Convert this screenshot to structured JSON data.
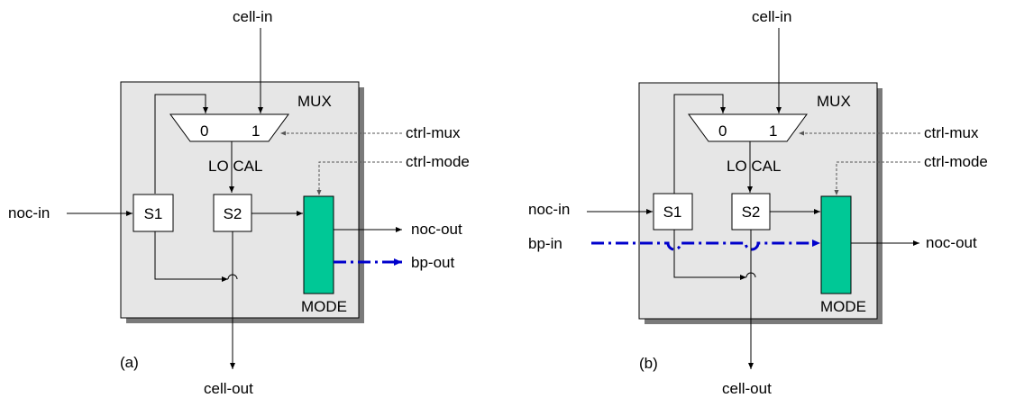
{
  "colors": {
    "panel_fill": "#e6e6e6",
    "mode_block": "#00c896",
    "bypass_line": "#0000cc"
  },
  "diagram_a": {
    "caption": "(a)",
    "cell_in": "cell-in",
    "cell_out": "cell-out",
    "mux_label": "MUX",
    "mux_in0": "0",
    "mux_in1": "1",
    "local_label": "LO CAL",
    "ctrl_mux": "ctrl-mux",
    "ctrl_mode": "ctrl-mode",
    "noc_in": "noc-in",
    "noc_out": "noc-out",
    "bp_out": "bp-out",
    "s1": "S1",
    "s2": "S2",
    "mode": "MODE"
  },
  "diagram_b": {
    "caption": "(b)",
    "cell_in": "cell-in",
    "cell_out": "cell-out",
    "mux_label": "MUX",
    "mux_in0": "0",
    "mux_in1": "1",
    "local_label": "LO CAL",
    "ctrl_mux": "ctrl-mux",
    "ctrl_mode": "ctrl-mode",
    "noc_in": "noc-in",
    "bp_in": "bp-in",
    "noc_out": "noc-out",
    "s1": "S1",
    "s2": "S2",
    "mode": "MODE"
  }
}
